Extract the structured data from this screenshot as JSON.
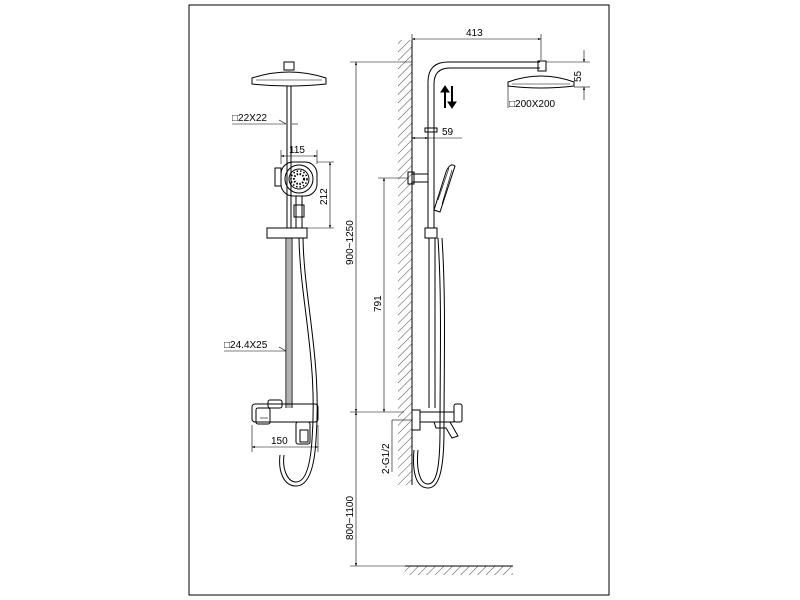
{
  "diagram": {
    "front_view": {
      "square_tube_top": "□22X22",
      "handshower_width": "115",
      "handshower_height": "212",
      "square_tube_bottom": "□24.4X25",
      "mixer_width": "150"
    },
    "side_view": {
      "arm_reach": "413",
      "head_thickness": "55",
      "head_size": "□200X200",
      "wall_offset": "59",
      "height_adjust": "900~1250",
      "mixer_to_bracket": "791",
      "inlet_thread": "2-G1/2",
      "mount_height": "800~1100"
    }
  }
}
